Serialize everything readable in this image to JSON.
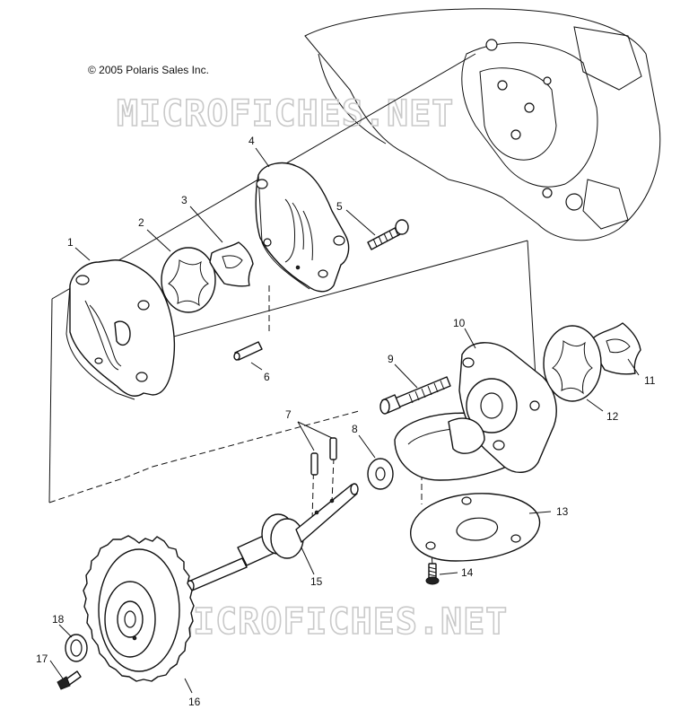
{
  "copyright": "© 2005 Polaris Sales Inc.",
  "watermark_top": "MICROFICHES.NET",
  "watermark_bottom": "MICROFICHES.NET",
  "callouts": [
    "1",
    "2",
    "3",
    "4",
    "5",
    "6",
    "7",
    "8",
    "9",
    "10",
    "11",
    "12",
    "13",
    "14",
    "15",
    "16",
    "17",
    "18"
  ]
}
